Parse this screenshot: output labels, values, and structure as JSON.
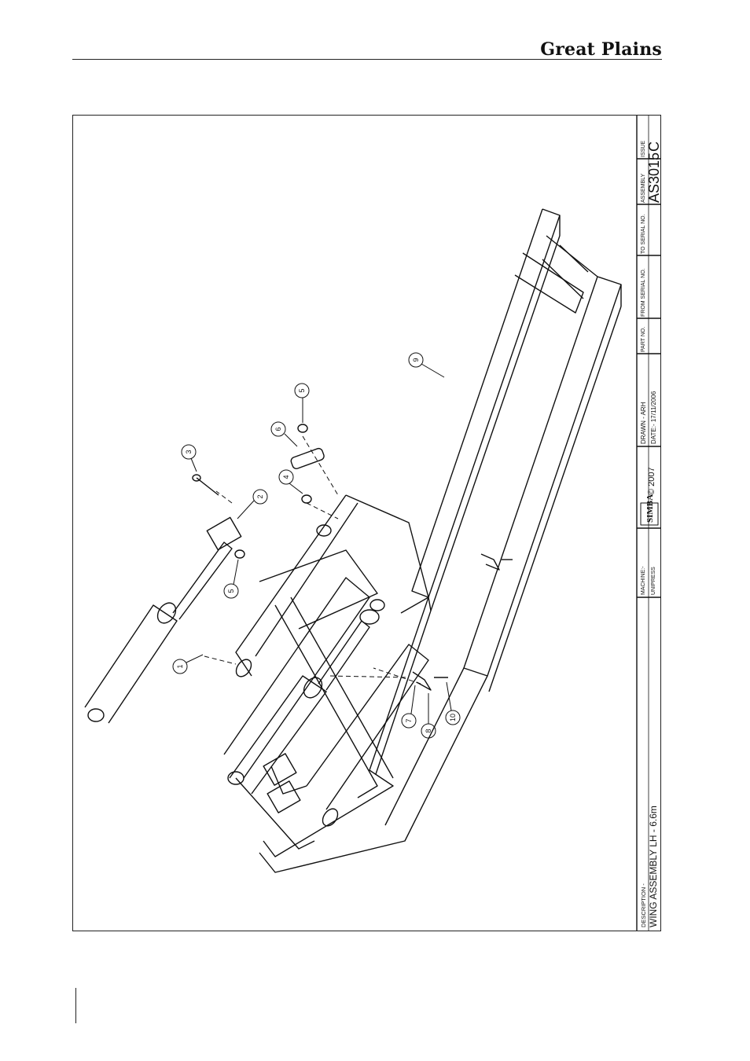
{
  "header": {
    "brand": "Great Plains"
  },
  "title_block": {
    "description_label": "DESCRIPTION -",
    "description": "WING ASSEMBLY LH - 6.6m",
    "machine_label": "MACHINE:-",
    "machine": "UNIPRESS",
    "logo": "SIMBA",
    "copyright": "© 2007",
    "drawn": "DRAWN - ARH",
    "date": "DATE:- 17/11/2006",
    "part_no_label": "PART NO.",
    "from_serial_label": "FROM SERIAL NO.",
    "to_serial_label": "TO SERIAL NO.",
    "assembly_label": "ASSEMBLY",
    "assembly": "AS3015",
    "issue_label": "ISSUE",
    "issue": "C"
  },
  "callouts": [
    "1",
    "2",
    "3",
    "4",
    "5",
    "6",
    "5",
    "7",
    "8",
    "9",
    "10"
  ],
  "colors": {
    "ink": "#111111",
    "paper": "#ffffff"
  }
}
